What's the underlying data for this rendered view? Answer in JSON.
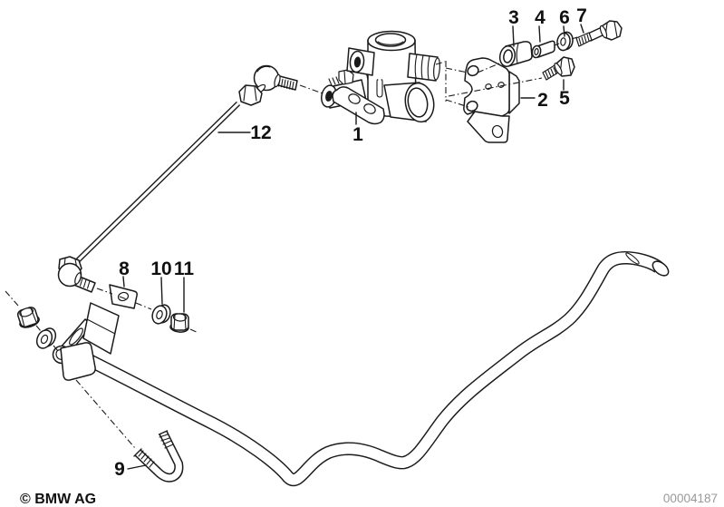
{
  "diagram": {
    "type": "exploded-parts-line-drawing",
    "copyright": "© BMW AG",
    "drawing_number": "00004187",
    "colors": {
      "line": "#1a1a1a",
      "background": "#ffffff",
      "drawing_number_text": "#999999"
    },
    "callouts": [
      "1",
      "2",
      "3",
      "4",
      "5",
      "6",
      "7",
      "8",
      "9",
      "10",
      "11",
      "12"
    ]
  }
}
